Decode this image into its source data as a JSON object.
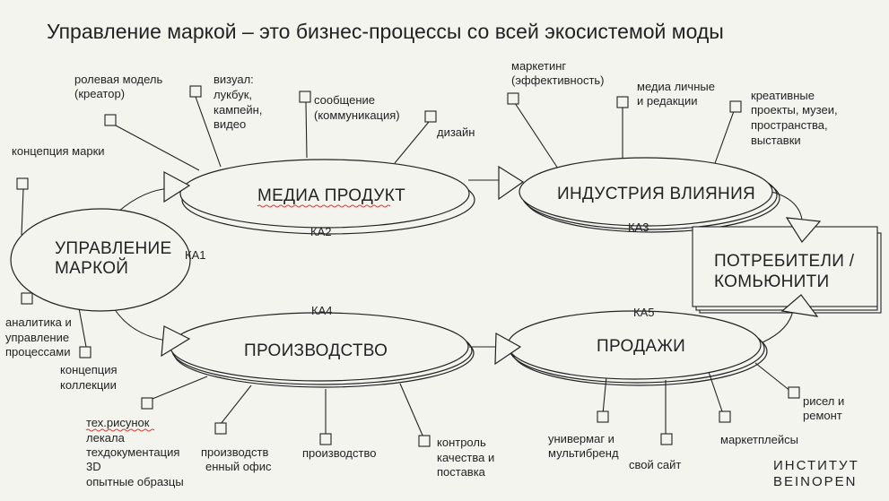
{
  "title": "Управление маркой – это бизнес-процессы со всей экосистемой моды",
  "nodes": {
    "brand_line1": "УПРАВЛЕНИЕ",
    "brand_line2": "МАРКОЙ",
    "media": "МЕДИА ПРОДУКТ",
    "industry": "ИНДУСТРИЯ ВЛИЯНИЯ",
    "consumers_line1": "ПОТРЕБИТЕЛИ /",
    "consumers_line2": "КОМЬЮНИТИ",
    "production": "ПРОИЗВОДСТВО",
    "sales": "ПРОДАЖИ"
  },
  "channels": {
    "ka1": "КА1",
    "ka2": "КА2",
    "ka3": "КА3",
    "ka4": "КА4",
    "ka5": "КА5"
  },
  "labels": {
    "brand_concept": "концепция марки",
    "role_model_1": "ролевая модель",
    "role_model_2": "(креатор)",
    "visual_1": "визуал:",
    "visual_2": "лукбук,",
    "visual_3": "кампейн,",
    "visual_4": "видео",
    "message_1": "сообщение",
    "message_2": "(коммуникация)",
    "design": "дизайн",
    "marketing_1": "маркетинг",
    "marketing_2": "(эффективность)",
    "media_personal_1": "медиа личные",
    "media_personal_2": "и редакции",
    "creative_1": "креативные",
    "creative_2": "проекты, музеи,",
    "creative_3": "пространства,",
    "creative_4": "выставки",
    "analytics_1": "аналитика и",
    "analytics_2": "управление",
    "analytics_3": "процессами",
    "collection_1": "концепция",
    "collection_2": "коллекции",
    "tech_1": "тех.рисунок",
    "tech_2": "лекала",
    "tech_3": "техдокументация",
    "tech_4": "3D",
    "tech_5": "опытные образцы",
    "prod_office_1": "производств",
    "prod_office_2": "енный офис",
    "production_small": "производство",
    "quality_1": "контроль",
    "quality_2": "качества и",
    "quality_3": "поставка",
    "department_1": "универмаг и",
    "department_2": "мультибренд",
    "own_site": "свой сайт",
    "marketplaces": "маркетплейсы",
    "resale_1": "рисел и",
    "resale_2": "ремонт"
  },
  "logo": {
    "line1": "ИНСТИТУТ",
    "line2": "BEINOPEN"
  }
}
